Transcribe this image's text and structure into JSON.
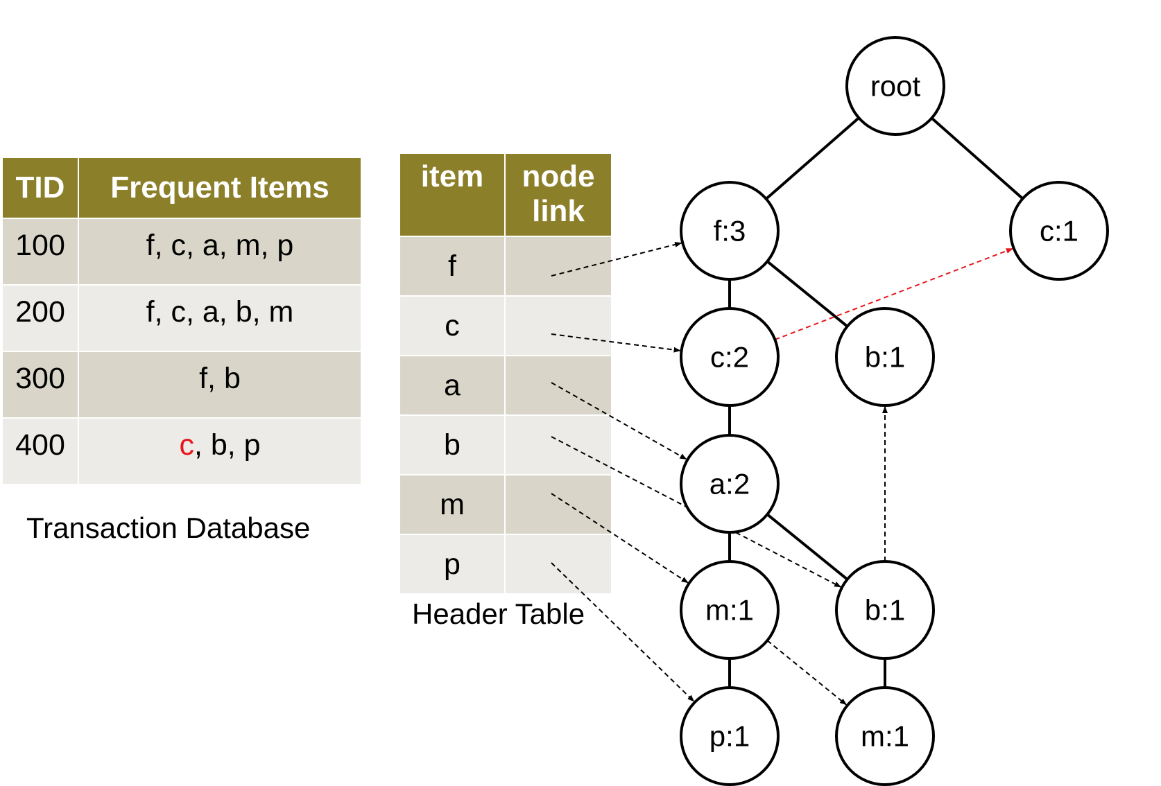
{
  "transaction_table": {
    "headers": [
      "TID",
      "Frequent Items"
    ],
    "rows": [
      {
        "tid": "100",
        "items_red": "",
        "items": "f, c, a, m, p"
      },
      {
        "tid": "200",
        "items_red": "",
        "items": "f, c, a, b, m"
      },
      {
        "tid": "300",
        "items_red": "",
        "items": "f, b"
      },
      {
        "tid": "400",
        "items_red": "c",
        "items": ", b, p"
      }
    ],
    "caption": "Transaction Database"
  },
  "header_table": {
    "headers": [
      "item",
      "node link"
    ],
    "rows": [
      "f",
      "c",
      "a",
      "b",
      "m",
      "p"
    ],
    "caption": "Header Table"
  },
  "tree": {
    "nodes": [
      {
        "id": "root",
        "label": "root",
        "highlight": false
      },
      {
        "id": "f3",
        "label": "f:3",
        "highlight": false
      },
      {
        "id": "c1",
        "label": "c:1",
        "highlight": true
      },
      {
        "id": "c2",
        "label": "c:2",
        "highlight": false
      },
      {
        "id": "b1a",
        "label": "b:1",
        "highlight": false
      },
      {
        "id": "a2",
        "label": "a:2",
        "highlight": false
      },
      {
        "id": "m1a",
        "label": "m:1",
        "highlight": false
      },
      {
        "id": "b1b",
        "label": "b:1",
        "highlight": false
      },
      {
        "id": "p1",
        "label": "p:1",
        "highlight": false
      },
      {
        "id": "m1b",
        "label": "m:1",
        "highlight": false
      }
    ],
    "edges": [
      [
        "root",
        "f3"
      ],
      [
        "root",
        "c1"
      ],
      [
        "f3",
        "c2"
      ],
      [
        "f3",
        "b1a"
      ],
      [
        "c2",
        "a2"
      ],
      [
        "a2",
        "m1a"
      ],
      [
        "a2",
        "b1b"
      ],
      [
        "m1a",
        "p1"
      ],
      [
        "b1b",
        "m1b"
      ]
    ],
    "node_links": [
      {
        "from": "header:f",
        "to": "f3",
        "highlight": false
      },
      {
        "from": "header:c",
        "to": "c2",
        "highlight": false
      },
      {
        "from": "header:a",
        "to": "a2",
        "highlight": false
      },
      {
        "from": "header:b",
        "to": "b1b",
        "highlight": false
      },
      {
        "from": "header:m",
        "to": "m1a",
        "highlight": false
      },
      {
        "from": "header:p",
        "to": "p1",
        "highlight": false
      },
      {
        "from": "c2",
        "to": "c1",
        "highlight": true
      },
      {
        "from": "b1b",
        "to": "b1a",
        "highlight": false
      },
      {
        "from": "m1a",
        "to": "m1b",
        "highlight": false
      }
    ]
  },
  "colors": {
    "header_bg": "#8c7f2a",
    "row_dark": "#d9d6c9",
    "row_light": "#ecebe7",
    "highlight": "#e8161b"
  }
}
